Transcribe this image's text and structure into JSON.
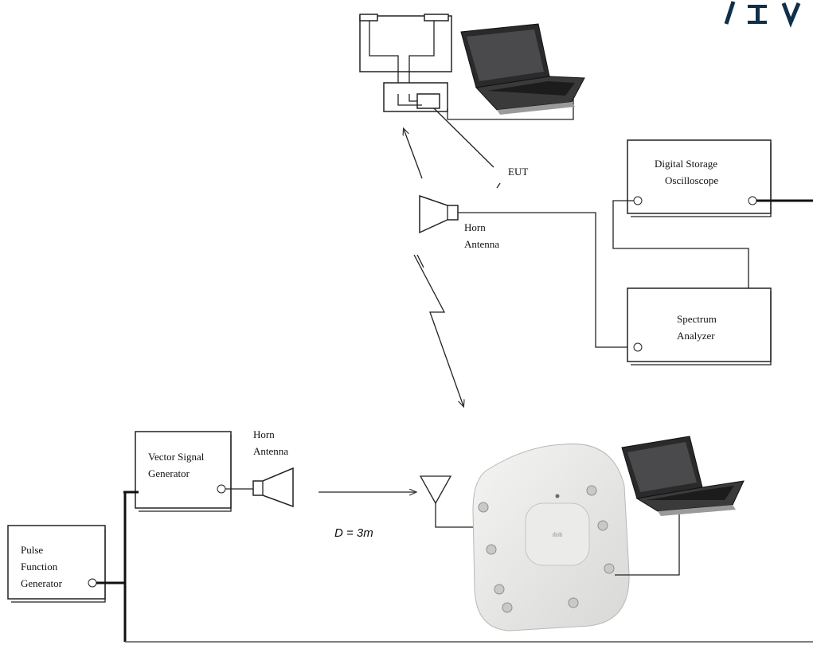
{
  "labels": {
    "eut": "EUT",
    "horn_top_1": "Horn",
    "horn_top_2": "Antenna",
    "dso_1": "Digital Storage",
    "dso_2": "Oscilloscope",
    "sa_1": "Spectrum",
    "sa_2": "Analyzer",
    "horn_bottom_1": "Horn",
    "horn_bottom_2": "Antenna",
    "vsg_1": "Vector Signal",
    "vsg_2": "Generator",
    "pfg_1": "Pulse",
    "pfg_2": "Function",
    "pfg_3": "Generator",
    "distance": "D =  3m"
  }
}
